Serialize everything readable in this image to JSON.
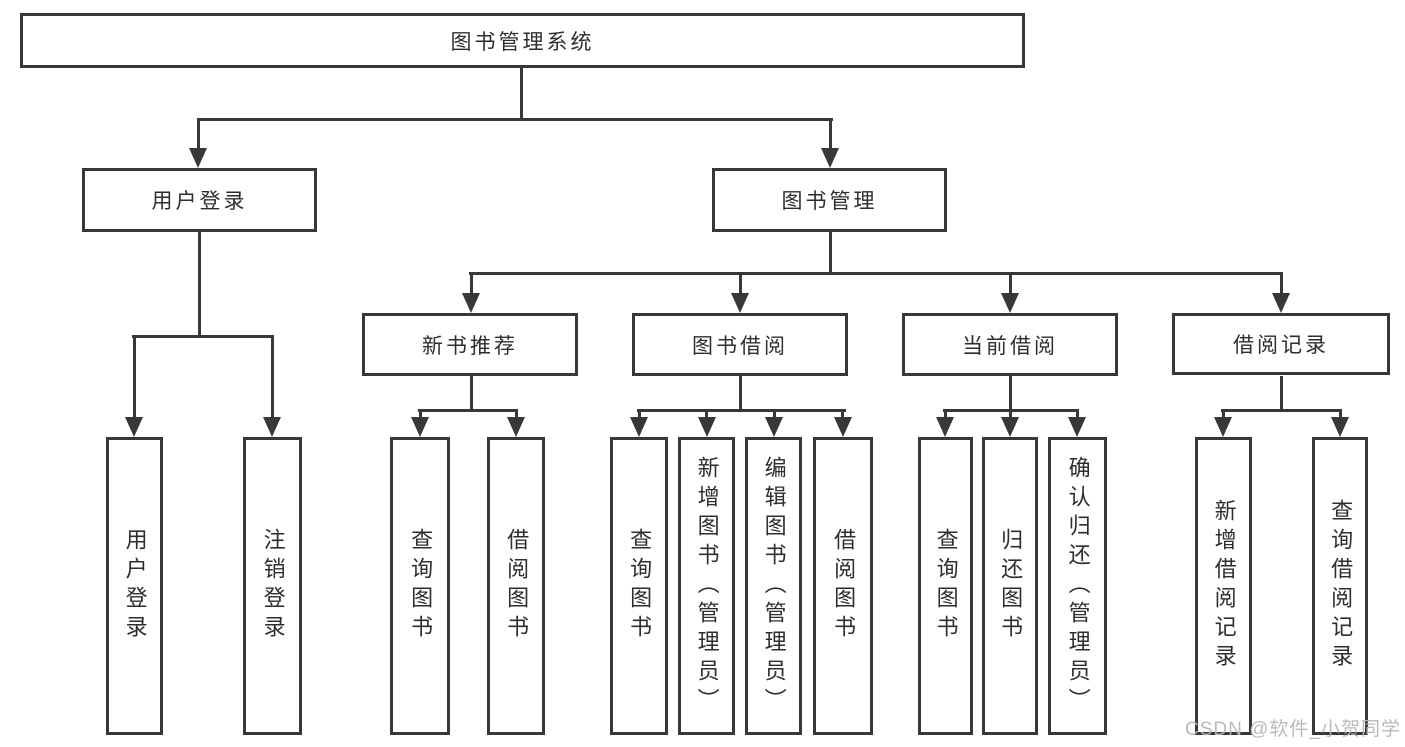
{
  "colors": {
    "line": "#383838",
    "text": "#2e2e2e",
    "watermark": "#b6b6b6",
    "background": "#ffffff"
  },
  "tree": {
    "root": {
      "label": "图书管理系统"
    },
    "branches": [
      {
        "label": "用户登录",
        "children": [
          {
            "label": "用户登录"
          },
          {
            "label": "注销登录"
          }
        ]
      },
      {
        "label": "图书管理",
        "children": [
          {
            "label": "新书推荐",
            "children": [
              {
                "label": "查询图书"
              },
              {
                "label": "借阅图书"
              }
            ]
          },
          {
            "label": "图书借阅",
            "children": [
              {
                "label": "查询图书"
              },
              {
                "label": "新增图书（管理员）"
              },
              {
                "label": "编辑图书（管理员）"
              },
              {
                "label": "借阅图书"
              }
            ]
          },
          {
            "label": "当前借阅",
            "children": [
              {
                "label": "查询图书"
              },
              {
                "label": "归还图书"
              },
              {
                "label": "确认归还（管理员）"
              }
            ]
          },
          {
            "label": "借阅记录",
            "children": [
              {
                "label": "新增借阅记录"
              },
              {
                "label": "查询借阅记录"
              }
            ]
          }
        ]
      }
    ]
  },
  "watermark": {
    "text": "CSDN @软件_小贺同学"
  }
}
